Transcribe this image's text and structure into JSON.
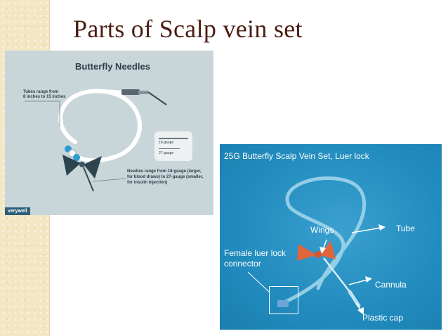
{
  "slide": {
    "title": "Parts of Scalp vein set"
  },
  "infographic": {
    "title": "Butterfly Needles",
    "tube_note": [
      "Tubes range from",
      "8 inches to 15 inches"
    ],
    "needle_note": [
      "Needles range from 18-gauge (larger,",
      "for blood draws) to 27-gauge (smaller,",
      "for insulin injection)"
    ],
    "gauge_labels": [
      "18-gauge",
      "27-gauge"
    ],
    "brand": "verywell"
  },
  "photo": {
    "title": "25G Butterfly Scalp Vein Set, Luer lock",
    "labels": {
      "wings": "Wings",
      "tube": "Tube",
      "female_line1": "Female luer lock",
      "female_line2": "connector",
      "cannula": "Cannula",
      "plastic_cap": "Plastic cap"
    }
  },
  "colors": {
    "title": "#4a1e12",
    "strip": "#f3e6c4",
    "infographic_bg": "#c9d6d9",
    "photo_bg": "#238dbf",
    "wings": "#e0643c"
  }
}
